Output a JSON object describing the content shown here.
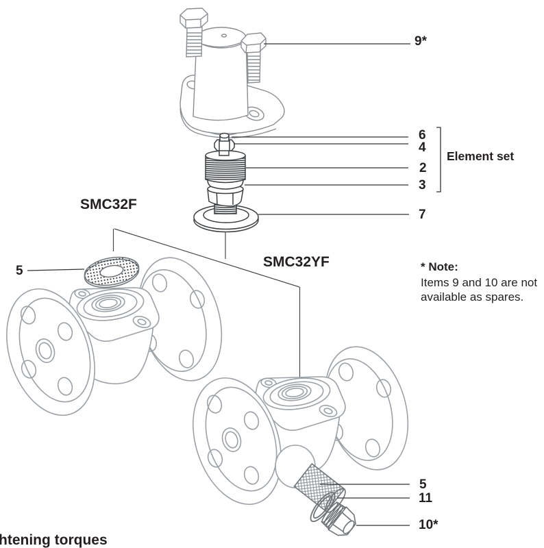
{
  "labels": {
    "model_left": "SMC32F",
    "model_right": "SMC32YF",
    "element_set": "Element set",
    "footer_fragment": "htening torques"
  },
  "callouts": {
    "item9": "9*",
    "item6": "6",
    "item4": "4",
    "item2": "2",
    "item3": "3",
    "item7": "7",
    "item5_left": "5",
    "item5_right": "5",
    "item11": "11",
    "item10": "10*"
  },
  "note": {
    "title": "* Note:",
    "line1": "Items 9 and 10 are not",
    "line2": "available as spares."
  },
  "colors": {
    "ink": "#231f20",
    "leader_line": "#333333",
    "fork_line": "#4a4a4e",
    "cover_line": "#8a8e93",
    "element_line": "#3d4043",
    "valve_line": "#9ba1a6",
    "branch_line": "#6e7378"
  }
}
